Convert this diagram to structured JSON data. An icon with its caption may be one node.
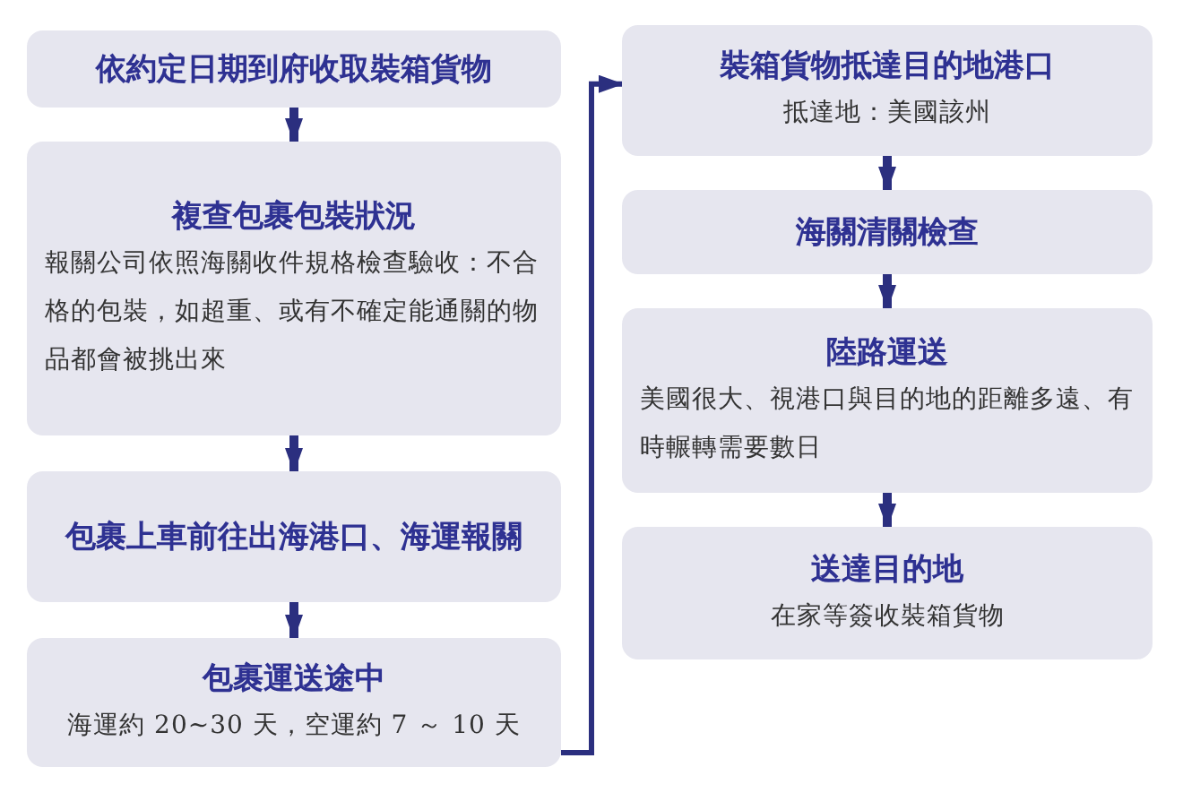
{
  "diagram": {
    "nodes": [
      {
        "text": [
          "依約定日期到府收取裝箱貨物"
        ]
      },
      {
        "text": [
          "複查包裹包裝狀況",
          "報關公司依照海關收件規格檢查驗收：不合格的包裝，如超重、或有不確定能通關的物品都會被挑出來"
        ]
      },
      {
        "text": [
          "包裹上車前往出海港口、海運報關"
        ]
      },
      {
        "text": [
          "包裹運送途中",
          "海運約 20~30 天，空運約 7 ～ 10 天"
        ]
      },
      {
        "text": [
          "裝箱貨物抵達目的地港口",
          "抵達地：美國該州"
        ]
      },
      {
        "text": [
          "海關清關檢查"
        ]
      },
      {
        "text": [
          "陸路運送",
          "美國很大、視港口與目的地的距離多遠、有時輾轉需要數日"
        ]
      },
      {
        "text": [
          "送達目的地",
          "在家等簽收裝箱貨物"
        ]
      }
    ],
    "edges": [
      {
        "from": 0,
        "to": 1,
        "arrow": "to"
      },
      {
        "from": 1,
        "to": 2,
        "arrow": "to"
      },
      {
        "from": 2,
        "to": 3,
        "arrow": "to"
      },
      {
        "from": 3,
        "to": 4,
        "arrow": "to"
      },
      {
        "from": 4,
        "to": 5,
        "arrow": "to"
      },
      {
        "from": 5,
        "to": 6,
        "arrow": "to"
      },
      {
        "from": 6,
        "to": 7,
        "arrow": "to"
      }
    ]
  }
}
